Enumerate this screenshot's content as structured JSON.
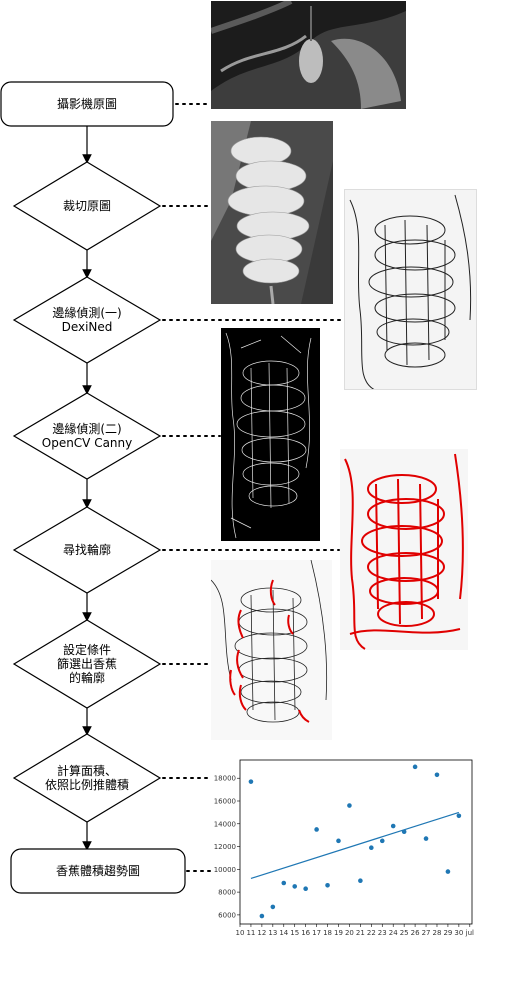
{
  "flowchart": {
    "nodes": [
      {
        "id": "camera",
        "lines": [
          "攝影機原圖"
        ]
      },
      {
        "id": "crop",
        "lines": [
          "裁切原圖"
        ]
      },
      {
        "id": "edge1",
        "lines": [
          "邊緣偵測(一)",
          "DexiNed"
        ]
      },
      {
        "id": "edge2",
        "lines": [
          "邊緣偵測(二)",
          "OpenCV Canny"
        ]
      },
      {
        "id": "contour",
        "lines": [
          "尋找輪廓"
        ]
      },
      {
        "id": "filter",
        "lines": [
          "設定條件",
          "篩選出香蕉",
          "的輪廓"
        ]
      },
      {
        "id": "area",
        "lines": [
          "計算面積、",
          "依照比例推體積"
        ]
      },
      {
        "id": "trend",
        "lines": [
          "香蕉體積趨勢圖"
        ]
      }
    ]
  },
  "colors": {
    "contour_red": "#e00000",
    "series_blue": "#1f77b4"
  },
  "chart_data": {
    "type": "scatter",
    "x_tick_labels": [
      "10",
      "11",
      "12",
      "13",
      "14",
      "15",
      "16",
      "17",
      "18",
      "19",
      "20",
      "21",
      "22",
      "23",
      "24",
      "25",
      "26",
      "27",
      "28",
      "29",
      "30",
      "jul"
    ],
    "y_tick_labels": [
      "6000",
      "8000",
      "10000",
      "12000",
      "14000",
      "16000",
      "18000"
    ],
    "xlim": [
      10,
      31.2
    ],
    "ylim": [
      5200,
      19600
    ],
    "points": [
      {
        "x": 11,
        "y": 17700
      },
      {
        "x": 12,
        "y": 5900
      },
      {
        "x": 13,
        "y": 6700
      },
      {
        "x": 14,
        "y": 8800
      },
      {
        "x": 15,
        "y": 8500
      },
      {
        "x": 16,
        "y": 8300
      },
      {
        "x": 17,
        "y": 13500
      },
      {
        "x": 18,
        "y": 8600
      },
      {
        "x": 19,
        "y": 12500
      },
      {
        "x": 20,
        "y": 15600
      },
      {
        "x": 21,
        "y": 9000
      },
      {
        "x": 22,
        "y": 11900
      },
      {
        "x": 23,
        "y": 12500
      },
      {
        "x": 24,
        "y": 13800
      },
      {
        "x": 25,
        "y": 13300
      },
      {
        "x": 26,
        "y": 19000
      },
      {
        "x": 27,
        "y": 12700
      },
      {
        "x": 28,
        "y": 18300
      },
      {
        "x": 29,
        "y": 9800
      },
      {
        "x": 30,
        "y": 14700
      }
    ],
    "trendline": [
      {
        "x": 11,
        "y": 9200
      },
      {
        "x": 30,
        "y": 15000
      }
    ]
  }
}
